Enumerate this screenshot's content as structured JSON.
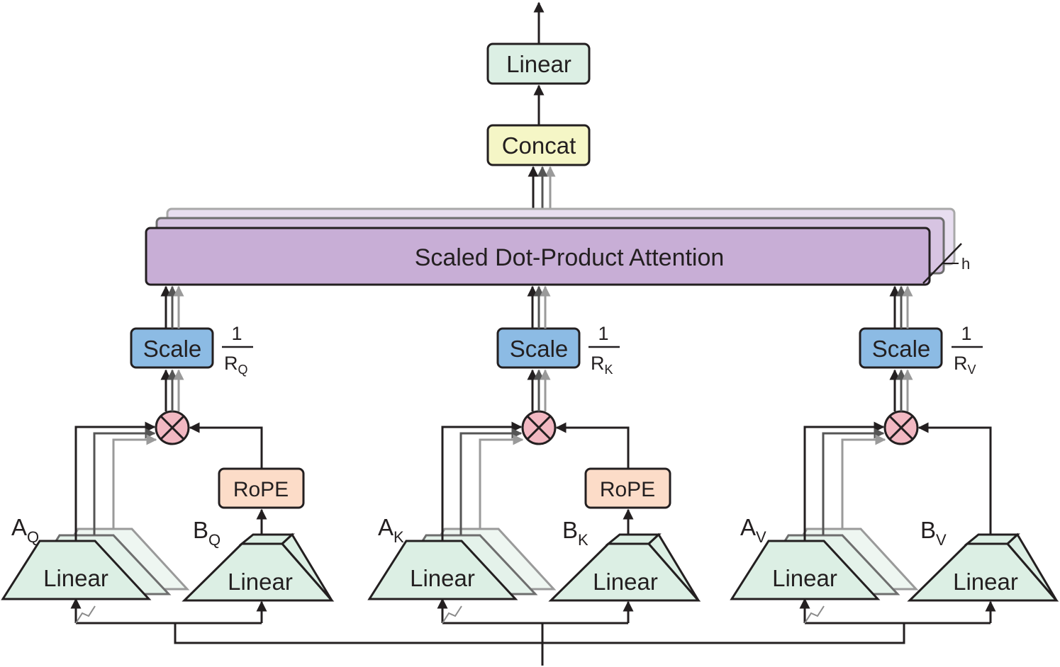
{
  "output_linear": "Linear",
  "concat": "Concat",
  "attention": "Scaled Dot-Product Attention",
  "heads": "h",
  "branches": {
    "q": {
      "a_main": "A",
      "a_sub": "Q",
      "b_main": "B",
      "b_sub": "Q",
      "scale": "Scale",
      "frac_num": "1",
      "frac_main": "R",
      "frac_sub": "Q",
      "rope": "RoPE",
      "a_linear": "Linear",
      "b_linear": "Linear"
    },
    "k": {
      "a_main": "A",
      "a_sub": "K",
      "b_main": "B",
      "b_sub": "K",
      "scale": "Scale",
      "frac_num": "1",
      "frac_main": "R",
      "frac_sub": "K",
      "rope": "RoPE",
      "a_linear": "Linear",
      "b_linear": "Linear"
    },
    "v": {
      "a_main": "A",
      "a_sub": "V",
      "b_main": "B",
      "b_sub": "V",
      "scale": "Scale",
      "frac_num": "1",
      "frac_main": "R",
      "frac_sub": "V",
      "a_linear": "Linear",
      "b_linear": "Linear"
    }
  },
  "colors": {
    "linear_fill": "#dcefe4",
    "concat_fill": "#f5f6c6",
    "attention_fill": "#c8aed6",
    "scale_fill": "#8cbbe4",
    "rope_fill": "#fcdcc8",
    "multiply_fill": "#f2b8c2",
    "stroke": "#231f20"
  }
}
